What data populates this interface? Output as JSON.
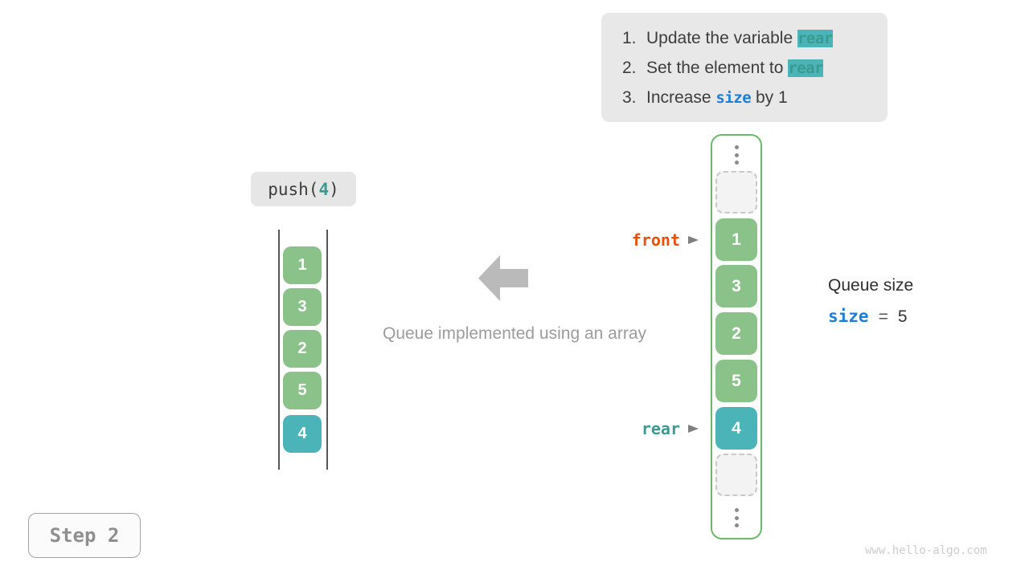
{
  "colors": {
    "cell_green": "#8bc28a",
    "cell_teal": "#4ab4b8",
    "array_border_green": "#6ab86a",
    "code_teal": "#3a9a90",
    "code_blue": "#1d7ed8",
    "front_orange": "#e8500c",
    "panel_gray": "#e8e8e8",
    "arrow_gray": "#bababa"
  },
  "instructions": {
    "items": [
      {
        "num": "1.",
        "pre": "Update the variable ",
        "code": "rear",
        "post": ""
      },
      {
        "num": "2.",
        "pre": "Set the element to ",
        "code": "rear",
        "post": ""
      },
      {
        "num": "3.",
        "pre": "Increase ",
        "code": "size",
        "post": " by 1"
      }
    ]
  },
  "push_label": {
    "pre": "push(",
    "arg": "4",
    "post": ")"
  },
  "left_queue": {
    "values": [
      "1",
      "3",
      "2",
      "5",
      "4"
    ]
  },
  "center": {
    "caption": "Queue implemented using an array"
  },
  "right_array": {
    "cells": [
      "1",
      "3",
      "2",
      "5",
      "4"
    ],
    "front_label": "front",
    "rear_label": "rear"
  },
  "queue_size": {
    "title": "Queue size",
    "var": "size",
    "eq": "=",
    "value": "5"
  },
  "step_badge": {
    "label": "Step 2"
  },
  "watermark": "www.hello-algo.com"
}
